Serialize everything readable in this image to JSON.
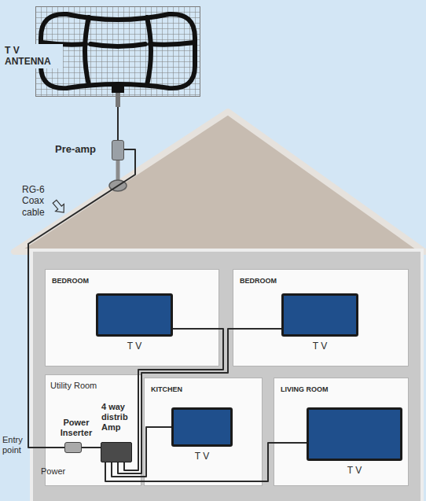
{
  "diagram": {
    "nodes": [
      {
        "text": [
          "T V ANTENNA"
        ]
      },
      {
        "text": [
          "Pre-amp"
        ]
      },
      {
        "text": [
          "BEDROOM"
        ]
      },
      {
        "text": [
          "T V"
        ],
        "in": 2
      },
      {
        "text": [
          "BEDROOM"
        ]
      },
      {
        "text": [
          "T V"
        ],
        "in": 4
      },
      {
        "text": [
          "Utility Room"
        ]
      },
      {
        "text": [
          "Power Inserter"
        ],
        "in": 6
      },
      {
        "text": [
          "4 way distrib Amp"
        ],
        "in": 6
      },
      {
        "text": [
          "KITCHEN"
        ]
      },
      {
        "text": [
          "T V"
        ],
        "in": 9
      },
      {
        "text": [
          "LIVING ROOM"
        ]
      },
      {
        "text": [
          "T V"
        ],
        "in": 11
      }
    ],
    "edges": [
      {
        "from": 0,
        "to": 1,
        "arrow": "none"
      },
      {
        "from": 1,
        "to": 7,
        "arrow": "none"
      },
      {
        "from": 7,
        "to": 8,
        "arrow": "none"
      },
      {
        "from": 8,
        "to": 3,
        "arrow": "none"
      },
      {
        "from": 8,
        "to": 5,
        "arrow": "none"
      },
      {
        "from": 8,
        "to": 10,
        "arrow": "none"
      },
      {
        "from": 8,
        "to": 12,
        "arrow": "none"
      }
    ],
    "labels": [
      "RG-6 Coax cable",
      "Entry point",
      "Power"
    ]
  }
}
